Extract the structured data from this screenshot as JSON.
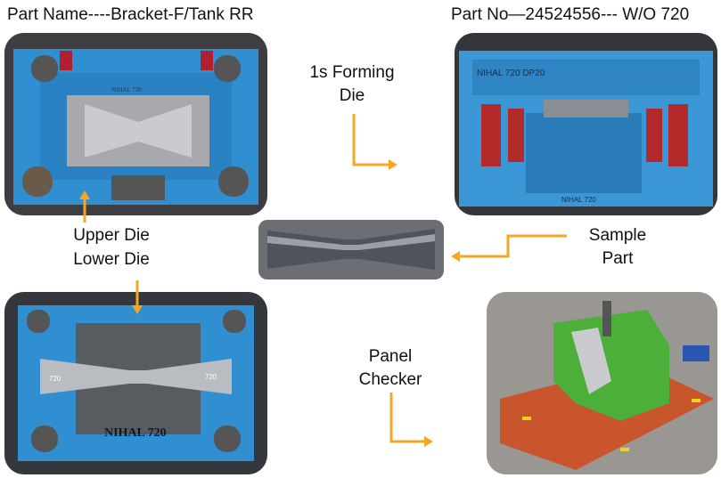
{
  "header": {
    "part_name": "Part Name----Bracket-F/Tank RR",
    "part_no": "Part No—24524556--- W/O 720"
  },
  "labels": {
    "forming_die_line1": "1s Forming",
    "forming_die_line2": "Die",
    "upper_die": "Upper Die",
    "lower_die": "Lower Die",
    "sample_part_line1": "Sample",
    "sample_part_line2": "Part",
    "panel_checker_line1": "Panel",
    "panel_checker_line2": "Checker"
  },
  "die_markings": {
    "upper": "NIHAL 720",
    "lower": "NIHAL 720",
    "lower_small_a": "720",
    "lower_small_b": "720",
    "forming_top": "NIHAL 720 DP20",
    "forming_bottom": "NIHAL 720"
  },
  "colors": {
    "arrow": "#f5a623",
    "die_blue": "#2f8fd0",
    "checker_green": "#4caf3a",
    "checker_base": "#c8552c"
  }
}
